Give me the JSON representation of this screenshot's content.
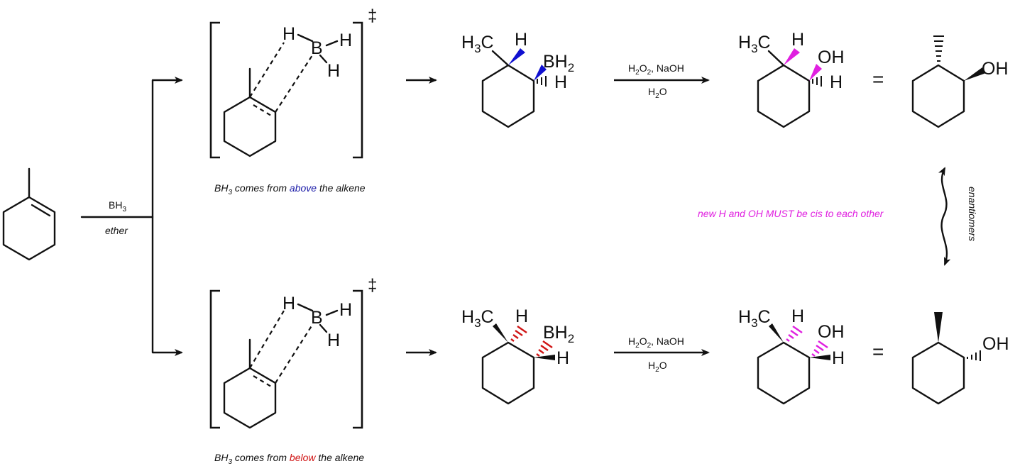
{
  "reagents": {
    "step1_top": "BH",
    "step1_top_sub": "3",
    "step1_bottom": "ether",
    "step2_top_a": "H",
    "step2_top_sub1": "2",
    "step2_top_b": "O",
    "step2_top_sub2": "2",
    "step2_top_c": ", NaOH",
    "step2_bottom_a": "H",
    "step2_bottom_sub": "2",
    "step2_bottom_b": "O"
  },
  "transition_state": {
    "symbol": "‡",
    "atoms": {
      "B": "B",
      "H": "H"
    }
  },
  "captions": {
    "above": {
      "pre": "BH",
      "sub": "3",
      "mid": " comes from ",
      "key": "above",
      "post": " the alkene",
      "key_color": "#1a1aa8"
    },
    "below": {
      "pre": "BH",
      "sub": "3",
      "mid": " comes from ",
      "key": "below",
      "post": " the alkene",
      "key_color": "#d01515"
    },
    "cis_note": "new H and OH MUST be cis to each other",
    "cis_color": "#e020e0",
    "enantiomers": "enantiomers"
  },
  "labels": {
    "H3C_a": "H",
    "H3C_sub": "3",
    "H3C_b": "C",
    "H": "H",
    "BH2_a": "BH",
    "BH2_sub": "2",
    "OH": "OH",
    "equals": "="
  },
  "colors": {
    "above_wedge": "#1010d0",
    "cis_wedge": "#e020e0",
    "below_hash": "#d01515"
  }
}
